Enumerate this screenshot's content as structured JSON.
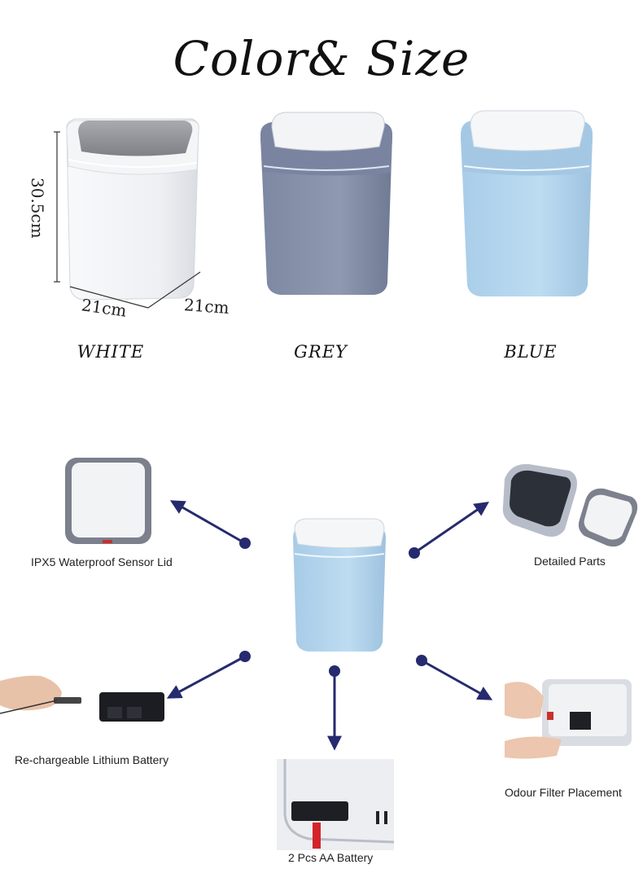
{
  "title": "Color& Size",
  "dimensions": {
    "height": "30.5cm",
    "width_front": "21cm",
    "width_side": "21cm"
  },
  "colors": [
    {
      "label": "WHITE",
      "hex": "#eeeff1"
    },
    {
      "label": "GREY",
      "hex": "#8690a8"
    },
    {
      "label": "BLUE",
      "hex": "#b4d6ee"
    }
  ],
  "features": {
    "sensor_lid": "IPX5 Waterproof Sensor Lid",
    "detailed_parts": "Detailed Parts",
    "battery": "Re-chargeable Lithium Battery",
    "aa_battery": "2 Pcs AA Battery",
    "odour_filter": "Odour Filter Placement"
  },
  "accent_color": "#262a6e"
}
